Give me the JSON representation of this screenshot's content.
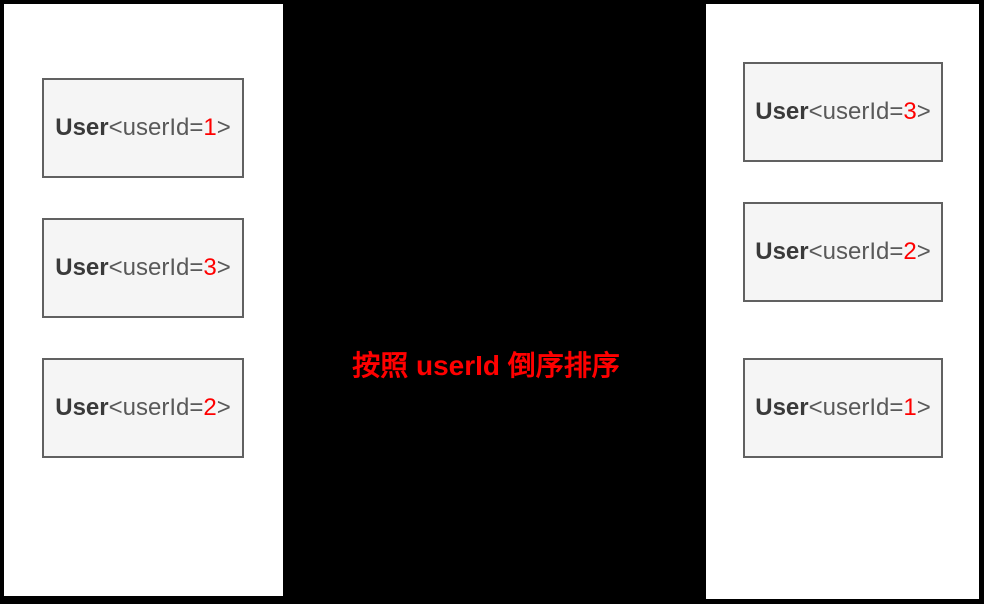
{
  "annotation": {
    "text": "按照 userId 倒序排序",
    "color": "#ff0000"
  },
  "lists": {
    "left": [
      {
        "type": "User",
        "attr": "<userId=",
        "id": "1",
        "close": ">"
      },
      {
        "type": "User",
        "attr": "<userId=",
        "id": "3",
        "close": ">"
      },
      {
        "type": "User",
        "attr": "<userId=",
        "id": "2",
        "close": ">"
      }
    ],
    "right": [
      {
        "type": "User",
        "attr": "<userId=",
        "id": "3",
        "close": ">"
      },
      {
        "type": "User",
        "attr": "<userId=",
        "id": "2",
        "close": ">"
      },
      {
        "type": "User",
        "attr": "<userId=",
        "id": "1",
        "close": ">"
      }
    ]
  },
  "colors": {
    "background": "#000000",
    "panel": "#ffffff",
    "box_fill": "#f5f5f5",
    "box_border": "#616161",
    "type_text": "#3a3a3a",
    "attr_text": "#595959",
    "id_text": "#ff0000"
  }
}
